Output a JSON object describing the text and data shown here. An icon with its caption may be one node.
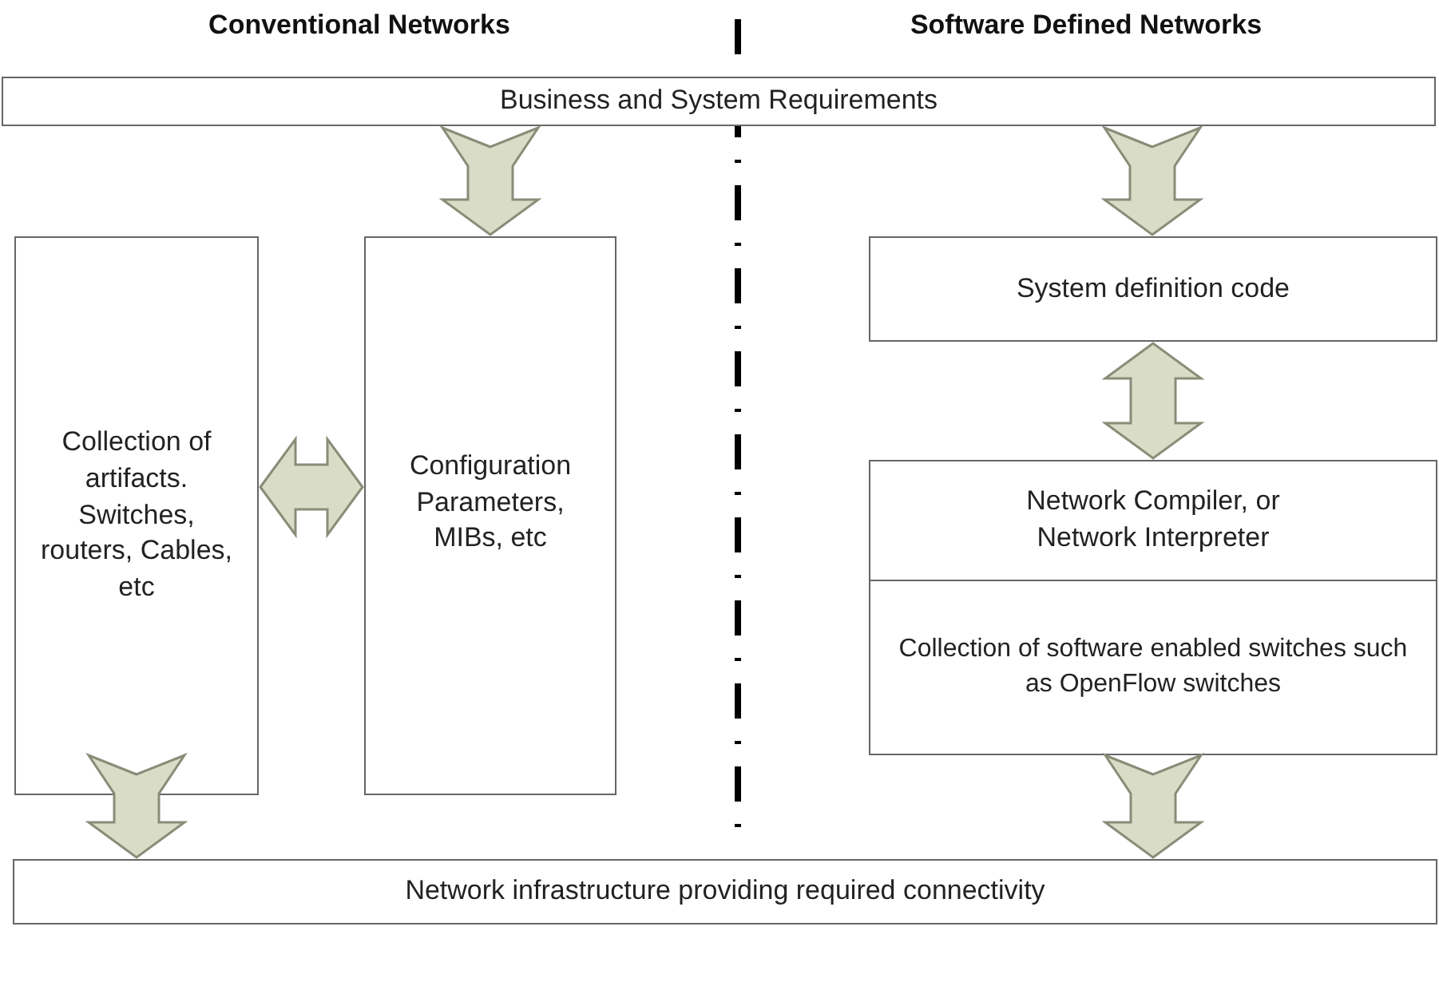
{
  "diagram": {
    "nodes": [
      {
        "text": [
          "Business and System Requirements"
        ]
      },
      {
        "text": [
          "Collection of artifacts. Switches, routers, Cables, etc"
        ]
      },
      {
        "text": [
          "Configuration Parameters, MIBs, etc"
        ]
      },
      {
        "text": [
          "System definition code"
        ]
      },
      {
        "text": [
          "Network Compiler, or Network Interpreter"
        ]
      },
      {
        "text": [
          "Collection of software enabled switches such as OpenFlow switches"
        ]
      },
      {
        "text": [
          "Network infrastructure providing required connectivity"
        ]
      }
    ],
    "edges": [
      {
        "from": 0,
        "to": 2,
        "arrow": "to"
      },
      {
        "from": 0,
        "to": 3,
        "arrow": "to"
      },
      {
        "from": 1,
        "to": 2,
        "arrow": "both"
      },
      {
        "from": 3,
        "to": 4,
        "arrow": "both"
      },
      {
        "from": 1,
        "to": 6,
        "arrow": "to"
      },
      {
        "from": 5,
        "to": 6,
        "arrow": "to"
      }
    ],
    "labels": [
      "Conventional Networks",
      "Software Defined Networks"
    ]
  }
}
